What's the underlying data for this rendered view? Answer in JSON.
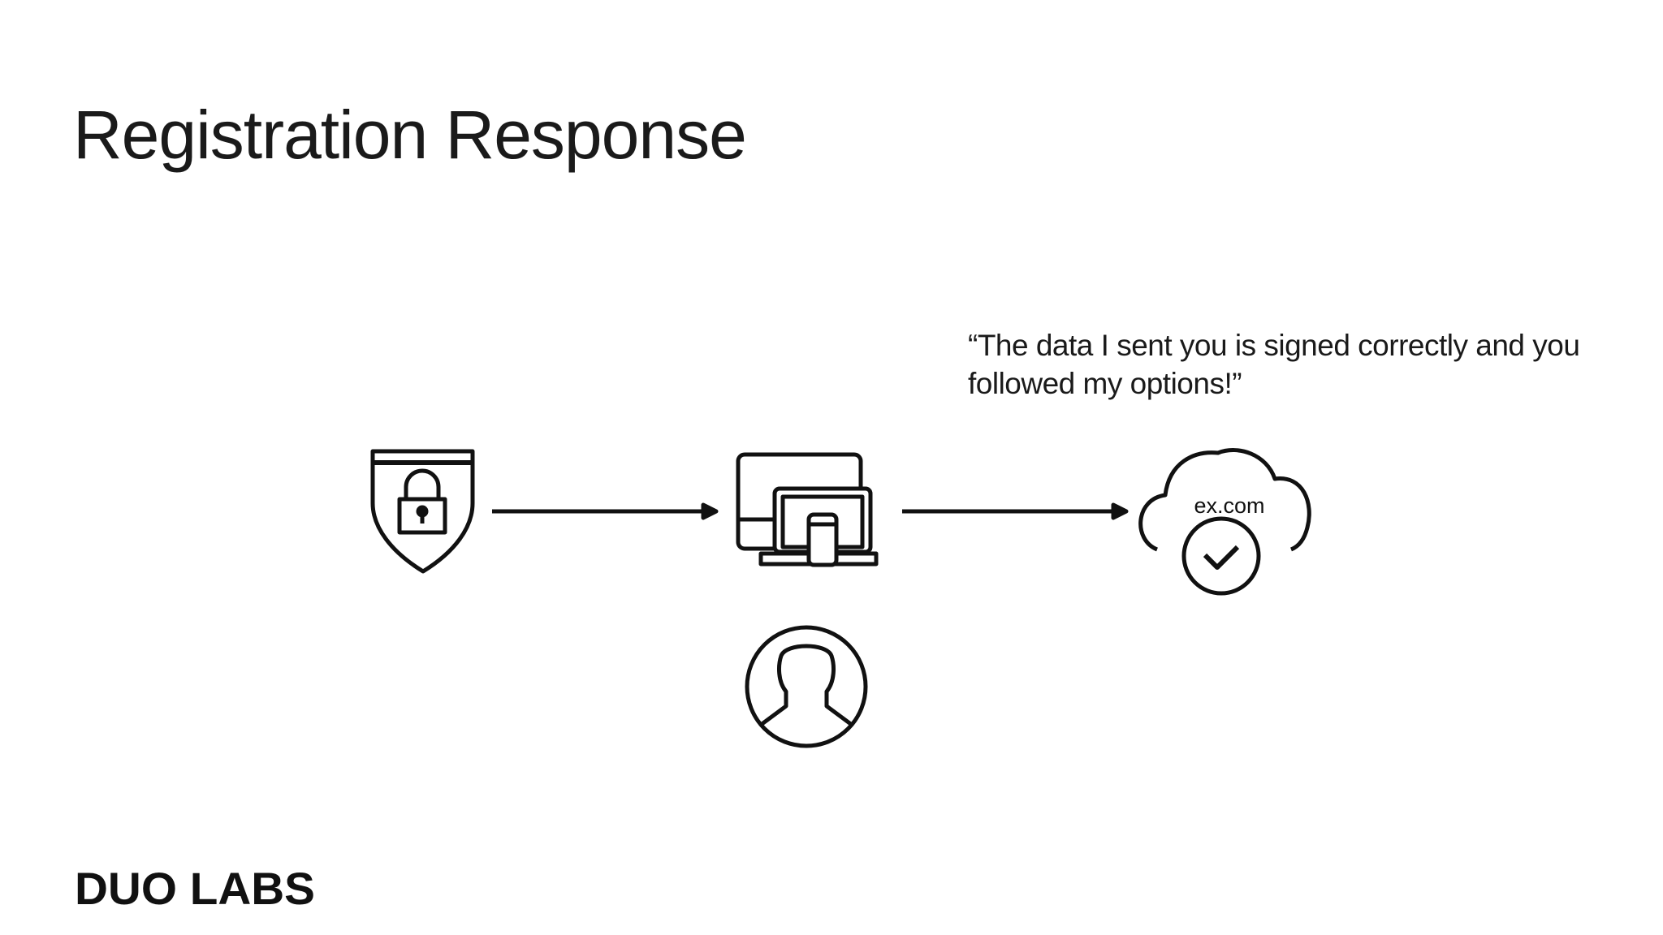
{
  "slide": {
    "title": "Registration Response",
    "quote_line1": "“The data I sent you is signed correctly and you",
    "quote_line2": "followed my options!”"
  },
  "diagram": {
    "nodes": [
      {
        "icon": "shield-lock-icon"
      },
      {
        "icon": "devices-icon"
      },
      {
        "icon": "cloud-check-icon",
        "label": "ex.com"
      },
      {
        "icon": "user-icon"
      }
    ]
  },
  "logo": {
    "text": "DUO LABS"
  }
}
